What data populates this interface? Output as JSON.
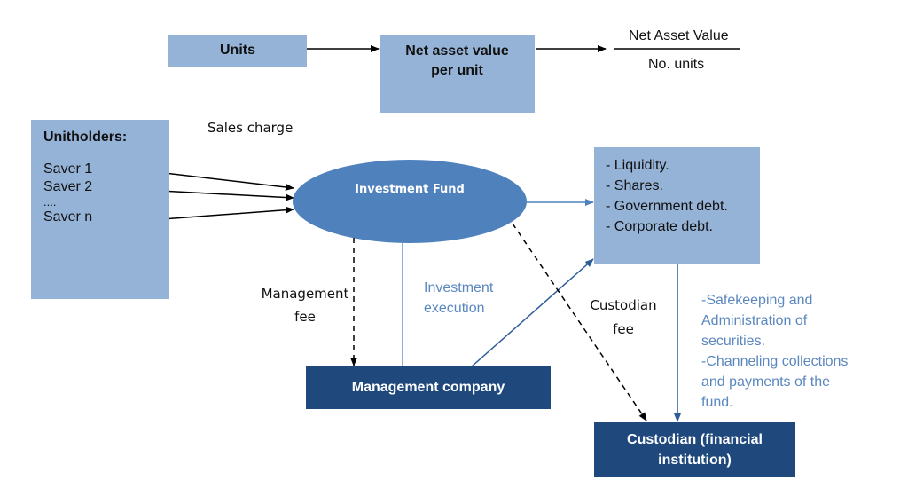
{
  "diagram": {
    "colors": {
      "light_box": "#95b3d7",
      "dark_box": "#1f497d",
      "ellipse": "#4f81bd",
      "blue_arrow": "#4f81bd",
      "blue_text": "#5b87bf"
    },
    "units_box": {
      "label": "Units"
    },
    "nav_box": {
      "line1": "Net asset value",
      "line2": "per unit"
    },
    "formula": {
      "numerator": "Net Asset Value",
      "denominator": "No. units"
    },
    "unitholders": {
      "title": "Unitholders:",
      "savers": [
        "Saver 1",
        "Saver 2",
        "....",
        "Saver n"
      ]
    },
    "sales_charge_label": "Sales charge",
    "investment_fund": {
      "label": "Investment Fund"
    },
    "assets": {
      "items": [
        "- Liquidity.",
        "- Shares.",
        "- Government debt.",
        "- Corporate debt."
      ]
    },
    "management_fee_label": {
      "line1": "Management",
      "line2": "fee"
    },
    "investment_execution_label": {
      "line1": "Investment",
      "line2": "execution"
    },
    "custodian_fee_label": {
      "line1": "Custodian",
      "line2": "fee"
    },
    "custodian_services": {
      "lines": [
        "-Safekeeping and",
        "Administration of",
        "securities.",
        "-Channeling collections",
        "and payments of the",
        "fund."
      ]
    },
    "management_company": {
      "label": "Management company"
    },
    "custodian": {
      "line1": "Custodian (financial",
      "line2": "institution)"
    }
  }
}
